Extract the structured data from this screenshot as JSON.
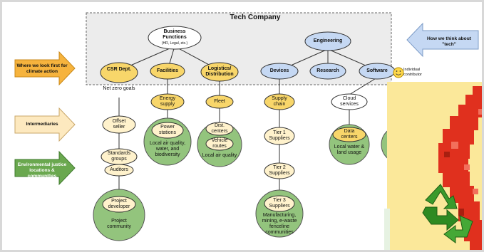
{
  "title": "Tech Company",
  "arrows": {
    "where_we_look": "Where we look first for climate action",
    "intermediaries": "Intermediaries",
    "env_justice": "Environmental justice locations & communities",
    "how_we_think": "How we think about \"tech\""
  },
  "nodes": {
    "business_functions": "Business Functions",
    "business_sub": "(HR, Legal, etc.)",
    "engineering": "Engineering",
    "csr": "CSR Dept.",
    "facilities": "Facilities",
    "logistics": "Logistics/ Distribution",
    "devices": "Devices",
    "research": "Research",
    "software": "Software",
    "individual_contributor": "Individual contributor",
    "net_zero": "Net zero goals",
    "energy_supply": "Energy supply",
    "fleet": "Fleet",
    "supply_chain": "Supply chain",
    "cloud_services": "Cloud services",
    "offset_seller": "Offset seller",
    "power_stations": "Power stations",
    "local_air_water": "Local air quality, water, and biodiversity",
    "dist_centers": "Dist. centers",
    "vehicle_routes": "Vehicle routes",
    "local_air": "Local air quality",
    "tier1": "Tier 1 Suppliers",
    "data_centers": "Data centers",
    "local_water_land": "Local water & land usage",
    "standards_groups": "Standards groups",
    "auditors": "Auditors",
    "tier2": "Tier 2 Suppliers",
    "project_developer": "Project developer",
    "project_community": "Project community",
    "tier3": "Tier 3 Suppliers",
    "manufacturing": "Manufacturing, mining, e-waste fenceline communities"
  },
  "colors": {
    "orange": "#f6a623",
    "yellow_node": "#f8d66a",
    "blue_node": "#c5d8f3",
    "green_circle": "#93c47d",
    "cream_node": "#fff2cc",
    "arrow_orange": "#f6b33d",
    "arrow_cream": "#fde9bf",
    "arrow_green": "#6aa84f",
    "arrow_blue": "#c5d8f3",
    "overlay_bg": "#fbe89a",
    "recycle_green": "#3a9a2c",
    "red_pixels": "#e0301e"
  }
}
